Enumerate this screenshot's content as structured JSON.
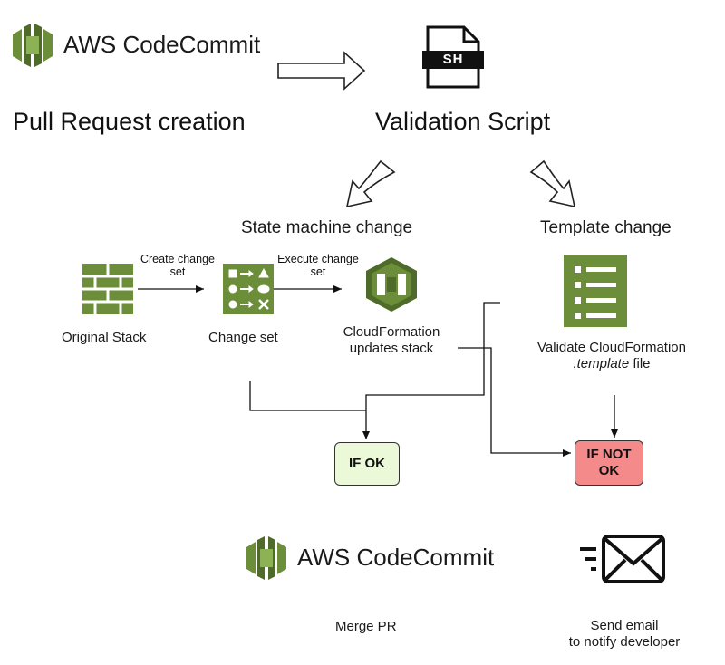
{
  "top": {
    "brand_name": "AWS CodeCommit",
    "pr_label": "Pull Request creation",
    "script_icon_text": "SH",
    "script_label": "Validation Script"
  },
  "branches": {
    "state_machine": "State machine change",
    "template": "Template change"
  },
  "flow": {
    "original_stack": "Original Stack",
    "create_change_set_line1": "Create change",
    "create_change_set_line2": "set",
    "change_set": "Change set",
    "execute_change_set_line1": "Execute change",
    "execute_change_set_line2": "set",
    "cf_updates_line1": "CloudFormation",
    "cf_updates_line2": "updates stack",
    "validate_line1": "Validate CloudFormation",
    "validate_italic": ".template",
    "validate_rest": " file"
  },
  "results": {
    "ok": "IF OK",
    "not_ok_line1": "IF NOT",
    "not_ok_line2": "OK",
    "ok_color": "#ebf9d9",
    "not_ok_color": "#f58a8a"
  },
  "bottom": {
    "brand_name": "AWS CodeCommit",
    "merge": "Merge PR",
    "email_line1": "Send email",
    "email_line2": "to notify developer"
  },
  "colors": {
    "aws_green": "#6c8d3a",
    "aws_green_dark": "#4f6b2a"
  }
}
